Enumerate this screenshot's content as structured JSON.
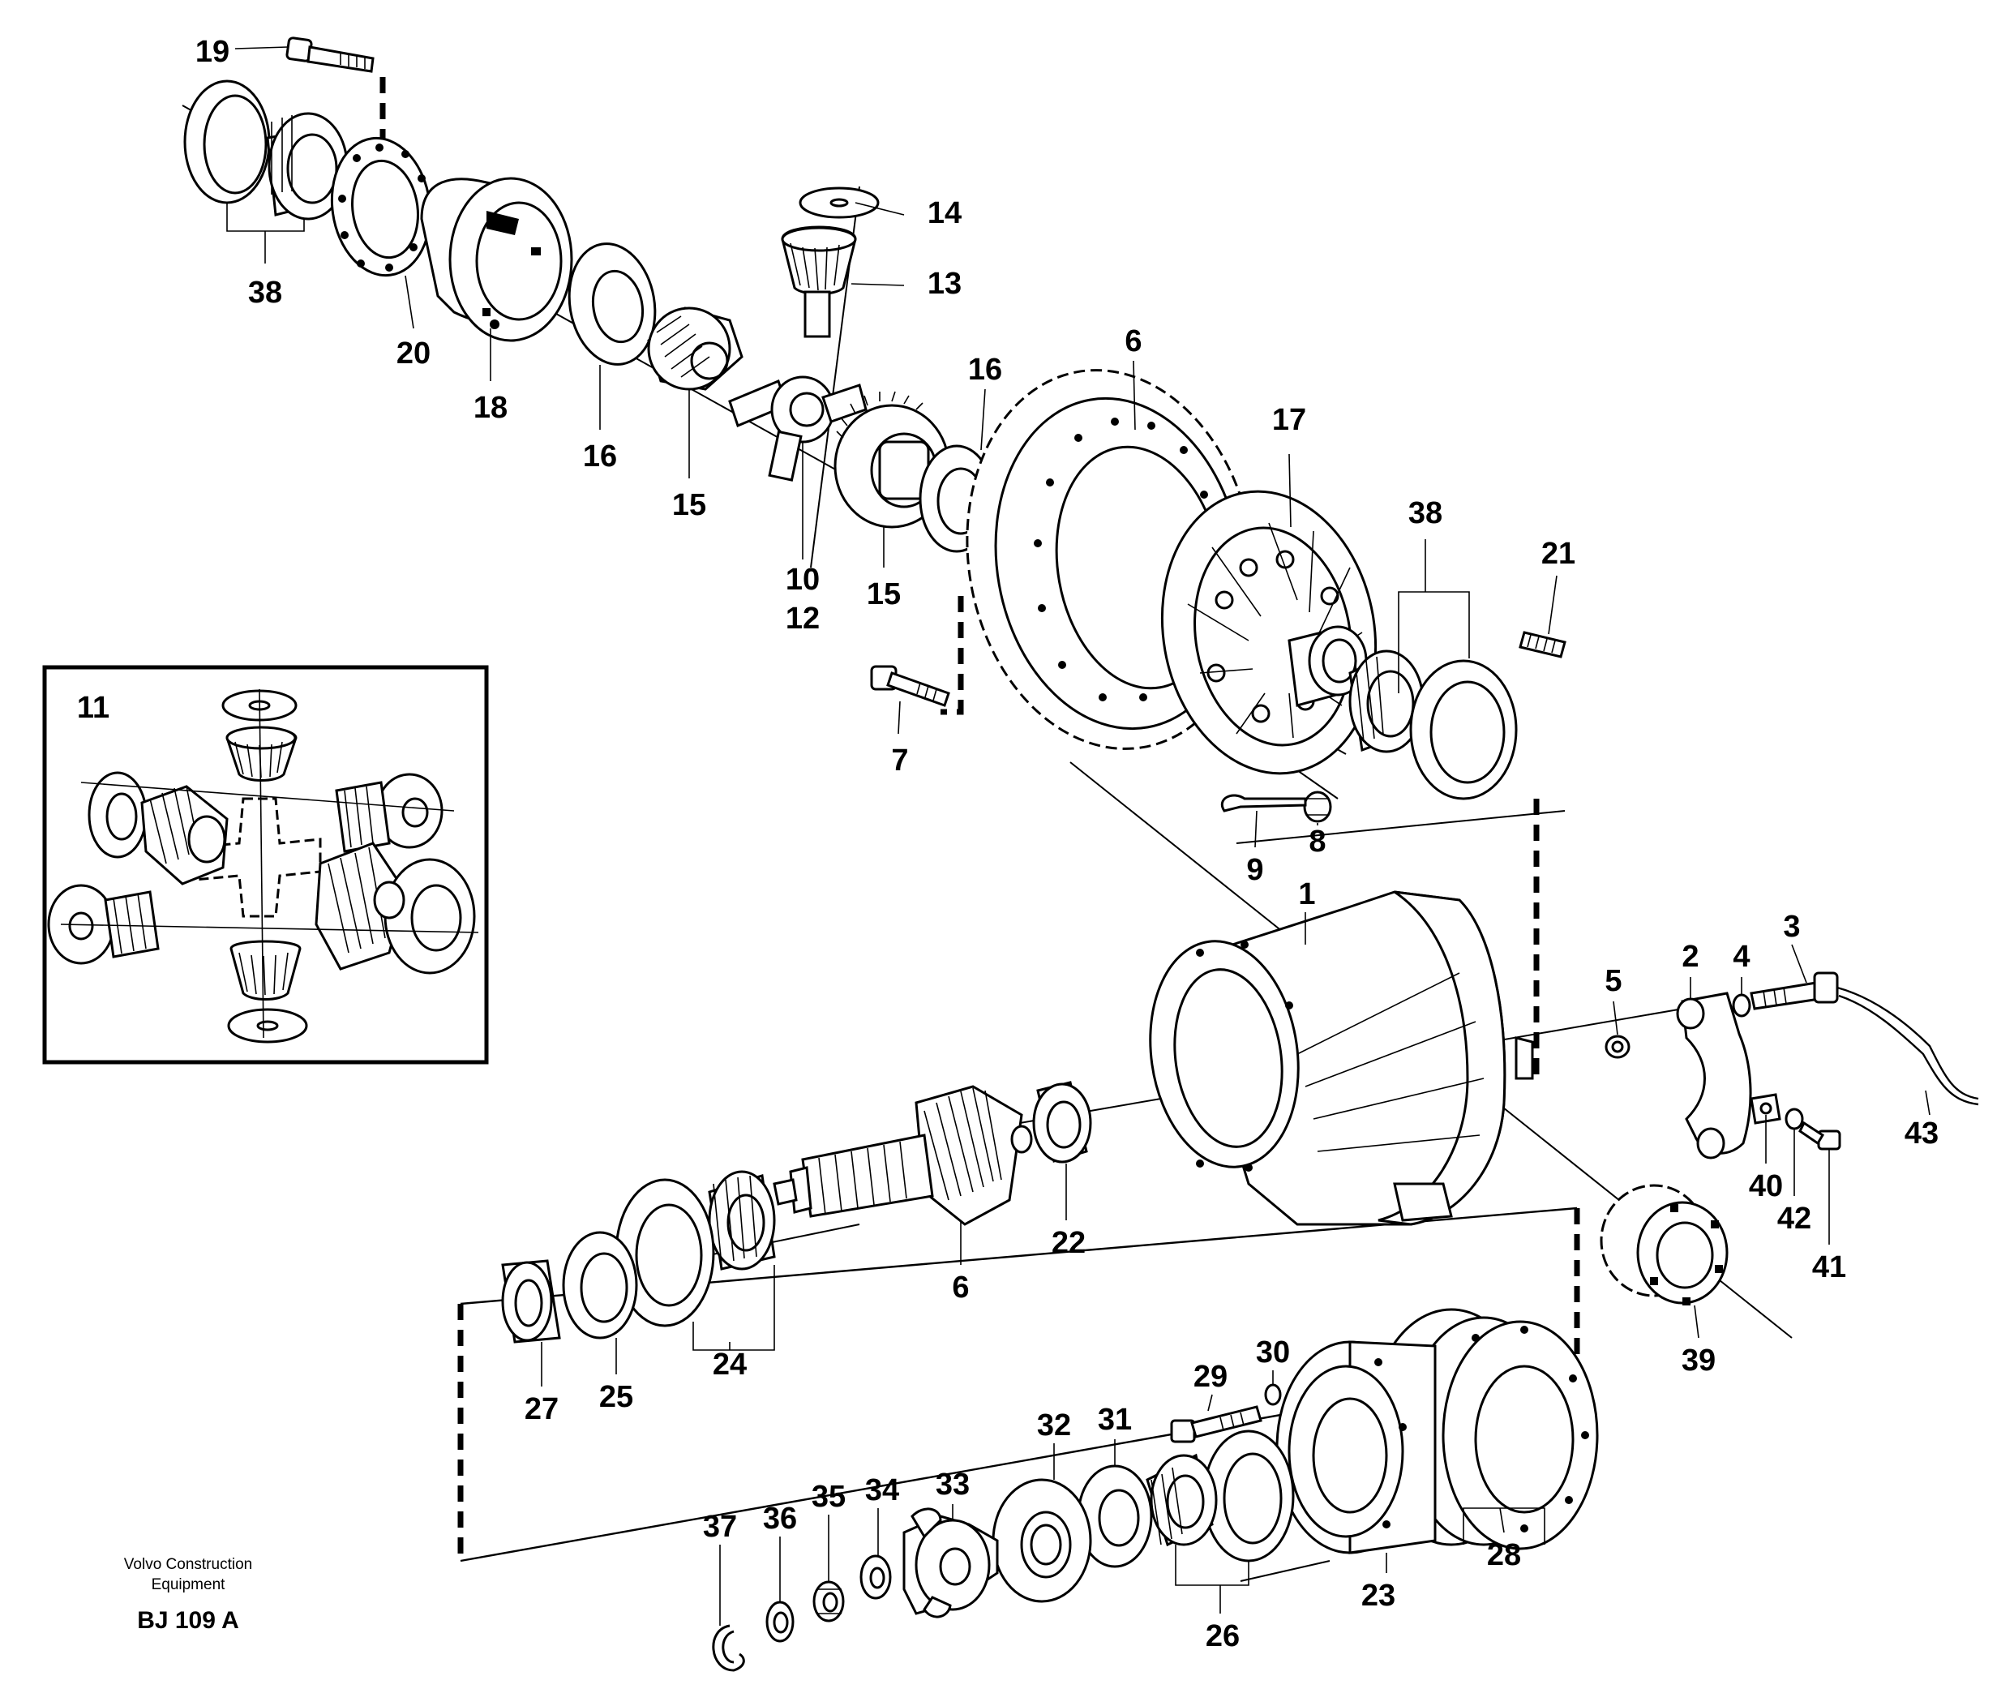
{
  "diagram": {
    "credit_line1": "Volvo Construction",
    "credit_line2": "Equipment",
    "code": "BJ 109 A",
    "callouts": {
      "c19": "19",
      "c38a": "38",
      "c20": "20",
      "c18": "18",
      "c16a": "16",
      "c15a": "15",
      "c14": "14",
      "c13": "13",
      "c10": "10",
      "c12": "12",
      "c15b": "15",
      "c16b": "16",
      "c6a": "6",
      "c17": "17",
      "c38b": "38",
      "c21": "21",
      "c7": "7",
      "c8": "8",
      "c9": "9",
      "c11": "11",
      "c1": "1",
      "c5": "5",
      "c2": "2",
      "c4": "4",
      "c3": "3",
      "c43": "43",
      "c40": "40",
      "c42": "42",
      "c41": "41",
      "c22": "22",
      "c6b": "6",
      "c27": "27",
      "c25": "25",
      "c24": "24",
      "c39": "39",
      "c29": "29",
      "c30": "30",
      "c28": "28",
      "c23": "23",
      "c32": "32",
      "c31": "31",
      "c33": "33",
      "c34": "34",
      "c35": "35",
      "c36": "36",
      "c37": "37",
      "c26": "26"
    }
  }
}
